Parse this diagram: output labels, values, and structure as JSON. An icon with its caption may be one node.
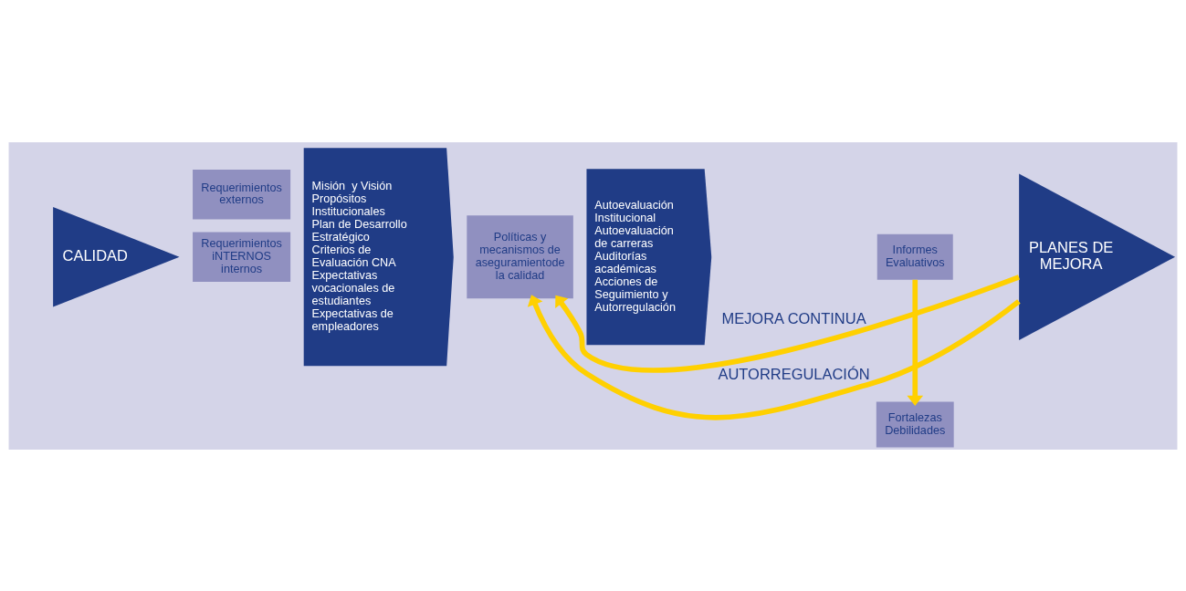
{
  "diagram": {
    "nodes": [
      {
        "text": [
          "CALIDAD"
        ]
      },
      {
        "text": [
          "Requerimientos iNTERNOS internos"
        ]
      },
      {
        "text": [
          "Requerimientos externos"
        ]
      },
      {
        "text": [
          "Misión  y Visión",
          "Propósitos Institucionales",
          "Plan de Desarrollo Estratégico",
          "Criterios de Evaluación CNA",
          "Expectativas vocacionales de estudiantes",
          "Expectativas de empleadores"
        ]
      },
      {
        "text": [
          "Políticas y mecanismos de aseguramientode la calidad"
        ]
      },
      {
        "text": [
          "Autoevaluación Institucional",
          "Autoevaluación de carreras",
          "Auditorías académicas",
          "Acciones de Seguimiento y Autorregulación"
        ]
      },
      {
        "text": [
          "Informes Evaluativos"
        ]
      },
      {
        "text": [
          "Fortalezas Debilidades"
        ]
      },
      {
        "text": [
          "PLANES DE MEJORA"
        ]
      }
    ],
    "edges": [
      {
        "from": 8,
        "to": 4,
        "arrow": "to",
        "label": "MEJORA CONTINUA"
      },
      {
        "from": 8,
        "to": 4,
        "arrow": "to",
        "label": "AUTORREGULACIÓN"
      },
      {
        "from": 6,
        "to": 7,
        "arrow": "to"
      }
    ]
  }
}
